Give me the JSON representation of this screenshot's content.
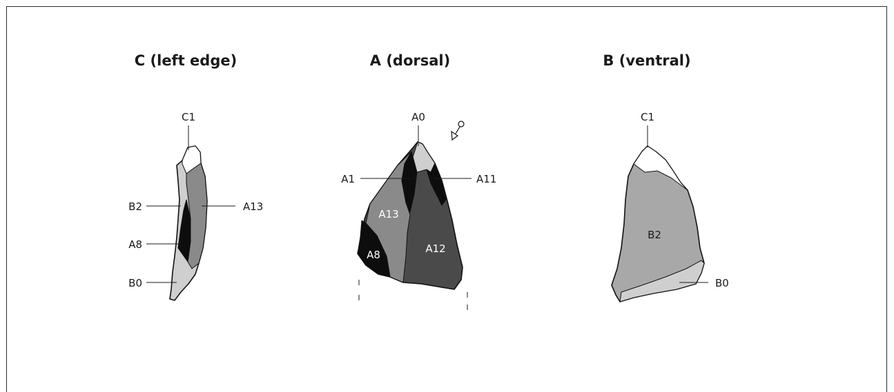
{
  "panels": {
    "left": {
      "title": "C (left edge)",
      "labels": {
        "c1": "C1",
        "b2": "B2",
        "a13": "A13",
        "a8": "A8",
        "b0": "B0"
      }
    },
    "middle": {
      "title": "A (dorsal)",
      "labels": {
        "a0": "A0",
        "a1": "A1",
        "a11": "A11",
        "a13": "A13",
        "a12": "A12",
        "a8": "A8"
      }
    },
    "right": {
      "title": "B (ventral)",
      "labels": {
        "c1": "C1",
        "b2": "B2",
        "b0": "B0"
      }
    }
  },
  "colors": {
    "white_surface": "#ffffff",
    "light_grey": "#cfcfcf",
    "mid_grey": "#a8a8a8",
    "grey": "#8a8a8a",
    "dark_grey": "#4a4a4a",
    "black": "#0d0d0d"
  }
}
